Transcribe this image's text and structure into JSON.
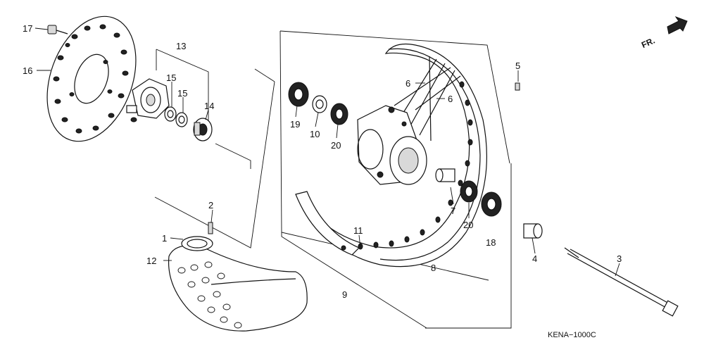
{
  "diagram": {
    "direction_label": "FR.",
    "drawing_code": "KENA−1000C",
    "callouts": [
      {
        "id": "c17",
        "text": "17"
      },
      {
        "id": "c16",
        "text": "16"
      },
      {
        "id": "c13",
        "text": "13"
      },
      {
        "id": "c15a",
        "text": "15"
      },
      {
        "id": "c15b",
        "text": "15"
      },
      {
        "id": "c14",
        "text": "14"
      },
      {
        "id": "c19",
        "text": "19"
      },
      {
        "id": "c10",
        "text": "10"
      },
      {
        "id": "c20a",
        "text": "20"
      },
      {
        "id": "c6a",
        "text": "6"
      },
      {
        "id": "c6b",
        "text": "6"
      },
      {
        "id": "c5",
        "text": "5"
      },
      {
        "id": "c2",
        "text": "2"
      },
      {
        "id": "c1",
        "text": "1"
      },
      {
        "id": "c12",
        "text": "12"
      },
      {
        "id": "c11",
        "text": "11"
      },
      {
        "id": "c7",
        "text": "7"
      },
      {
        "id": "c20b",
        "text": "20"
      },
      {
        "id": "c18",
        "text": "18"
      },
      {
        "id": "c8",
        "text": "8"
      },
      {
        "id": "c9",
        "text": "9"
      },
      {
        "id": "c4",
        "text": "4"
      },
      {
        "id": "c3",
        "text": "3"
      }
    ]
  }
}
